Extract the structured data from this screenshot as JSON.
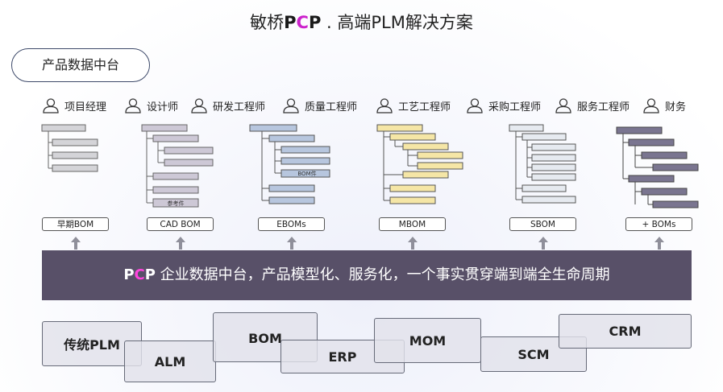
{
  "title": {
    "prefix": "敏桥",
    "p1": "P",
    "c": "C",
    "p2": "P",
    "suffix": " . 高端PLM解决方案"
  },
  "platform_label": "产品数据中台",
  "roles": [
    "项目经理",
    "设计师",
    "研发工程师",
    "质量工程师",
    "工艺工程师",
    "采购工程师",
    "服务工程师",
    "财务"
  ],
  "bom_labels": [
    "早期BOM",
    "CAD BOM",
    "EBOMs",
    "MBOM",
    "SBOM",
    "+ BOMs"
  ],
  "tree_notes": {
    "cad": "参考件",
    "ebom": "BOM件"
  },
  "colors": {
    "tree_gray": "#d4d4d8",
    "tree_cad": "#cdc8d6",
    "tree_blue": "#b7c6de",
    "tree_yellow": "#f5e6a6",
    "tree_light": "#e6eaf0",
    "tree_dark": "#7a7590",
    "bar": "#585068",
    "magenta": "#cc22cc"
  },
  "central": {
    "p1": "P",
    "c": "C",
    "p2": "P",
    "text": " 企业数据中台，产品模型化、服务化，一个事实贯穿端到端全生命周期"
  },
  "systems": [
    "传统PLM",
    "ALM",
    "BOM",
    "ERP",
    "MOM",
    "SCM",
    "CRM"
  ]
}
